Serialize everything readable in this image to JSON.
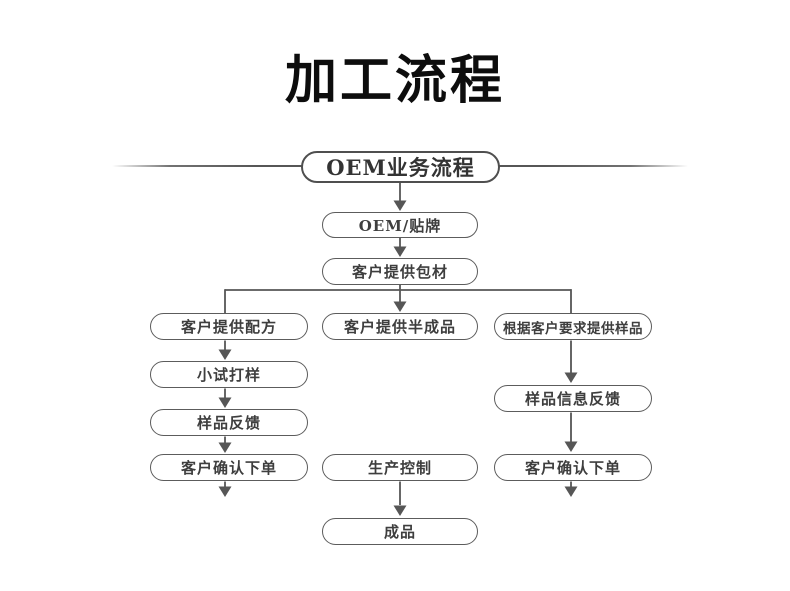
{
  "title": "加工流程",
  "flow": {
    "root": "OEM业务流程",
    "top_steps": [
      "OEM/贴牌",
      "客户提供包材"
    ],
    "branches": {
      "left": [
        "客户提供配方",
        "小试打样",
        "样品反馈",
        "客户确认下单"
      ],
      "middle": [
        "客户提供半成品",
        "生产控制",
        "成品"
      ],
      "right": [
        "根据客户要求提供样品",
        "样品信息反馈",
        "客户确认下单"
      ]
    },
    "edges": [
      {
        "from": "OEM业务流程",
        "to": "OEM/贴牌"
      },
      {
        "from": "OEM/贴牌",
        "to": "客户提供包材"
      },
      {
        "from": "客户提供包材",
        "to": "客户提供配方"
      },
      {
        "from": "客户提供包材",
        "to": "客户提供半成品"
      },
      {
        "from": "客户提供包材",
        "to": "根据客户要求提供样品"
      },
      {
        "from": "客户提供配方",
        "to": "小试打样"
      },
      {
        "from": "小试打样",
        "to": "样品反馈"
      },
      {
        "from": "样品反馈",
        "to": "客户确认下单"
      },
      {
        "from": "客户确认下单",
        "to": ""
      },
      {
        "from": "根据客户要求提供样品",
        "to": "样品信息反馈"
      },
      {
        "from": "样品信息反馈",
        "to": "客户确认下单"
      },
      {
        "from": "客户确认下单",
        "to": ""
      },
      {
        "from": "生产控制",
        "to": "成品"
      }
    ]
  },
  "colors": {
    "background": "#ffffff",
    "line": "#565656",
    "node_border": "#5c5c5c",
    "node_text": "#3e3e3e",
    "title_text": "#0d0d0d"
  }
}
